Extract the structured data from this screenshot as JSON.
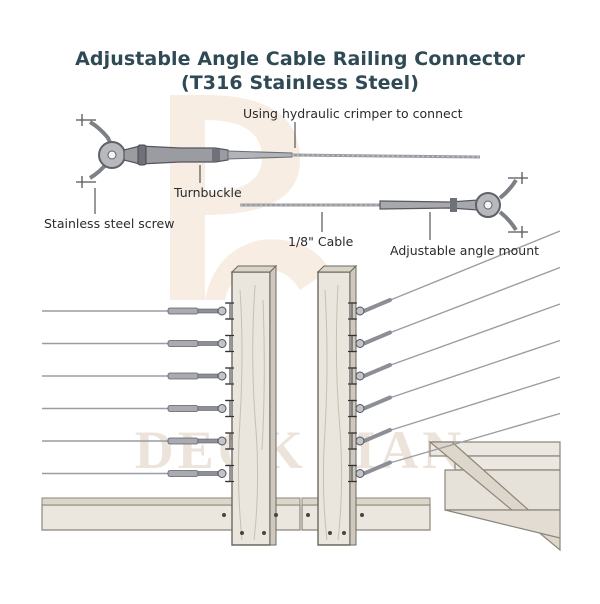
{
  "title": {
    "line1": "Adjustable Angle Cable Railing Connector",
    "line2": "(T316 Stainless Steel)"
  },
  "labels": {
    "crimper": "Using hydraulic crimper to connect",
    "turnbuckle": "Turnbuckle",
    "screw": "Stainless steel screw",
    "cable": "1/8\" Cable",
    "mount": "Adjustable angle mount"
  },
  "watermark": {
    "text": "DECK MAN"
  },
  "colors": {
    "title": "#2f4a55",
    "wood": "#e9e4db",
    "wood_dark": "#b9b0a3",
    "metal": "#8d9096",
    "cable": "#9a9da2",
    "watermark": "#f1e2d2"
  },
  "rails": {
    "left_cable_count": 6,
    "right_cable_count": 6
  }
}
